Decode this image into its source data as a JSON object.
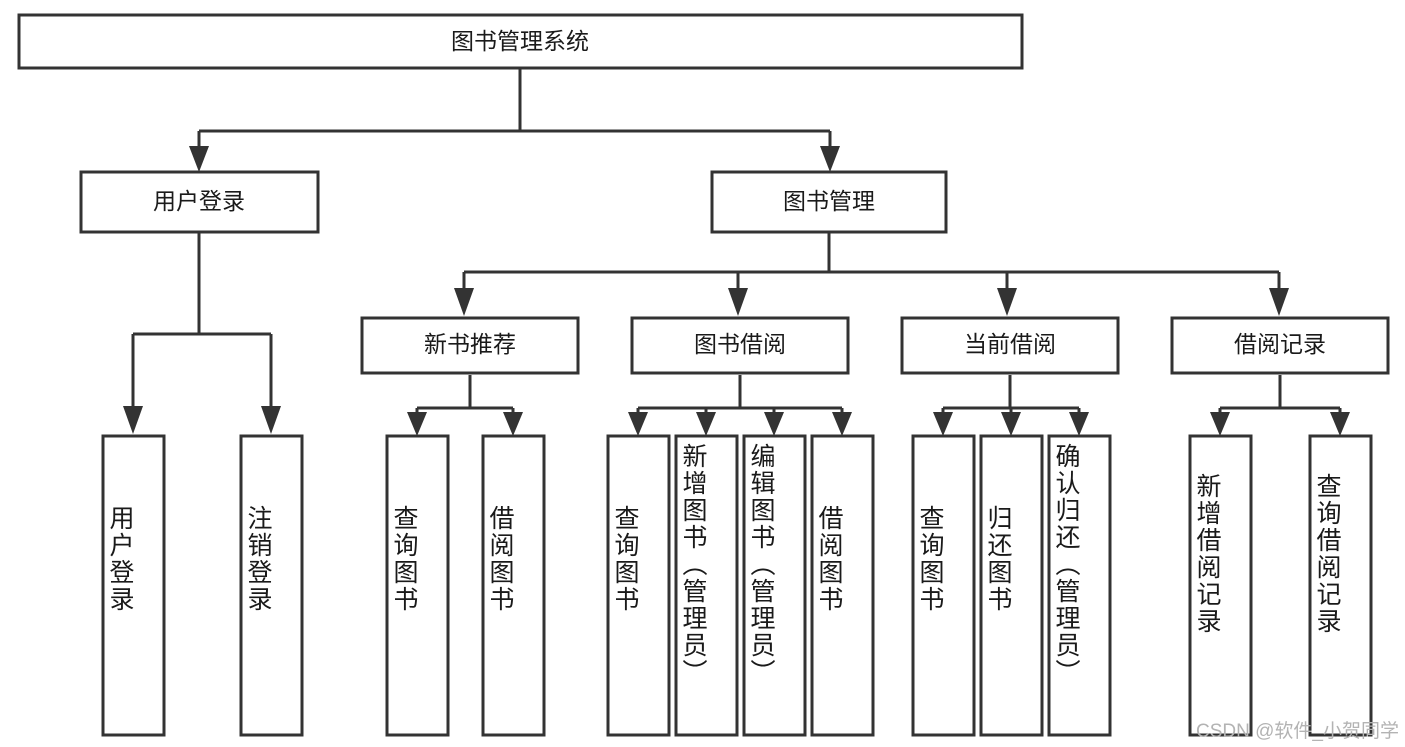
{
  "diagram": {
    "type": "tree-hierarchy",
    "title": "图书管理系统",
    "root": {
      "id": "root",
      "label": "图书管理系统",
      "level": 0
    },
    "level1": [
      {
        "id": "user-login",
        "label": "用户登录"
      },
      {
        "id": "book-management",
        "label": "图书管理"
      }
    ],
    "level2": [
      {
        "id": "new-book-recommend",
        "label": "新书推荐",
        "parent": "book-management"
      },
      {
        "id": "book-borrow",
        "label": "图书借阅",
        "parent": "book-management"
      },
      {
        "id": "current-borrow",
        "label": "当前借阅",
        "parent": "book-management"
      },
      {
        "id": "borrow-record",
        "label": "借阅记录",
        "parent": "book-management"
      }
    ],
    "leaves": [
      {
        "id": "leaf-user-login",
        "label": "用户登录",
        "parent": "user-login"
      },
      {
        "id": "leaf-logout-login",
        "label": "注销登录",
        "parent": "user-login"
      },
      {
        "id": "leaf-query-book-1",
        "label": "查询图书",
        "parent": "new-book-recommend"
      },
      {
        "id": "leaf-borrow-book-1",
        "label": "借阅图书",
        "parent": "new-book-recommend"
      },
      {
        "id": "leaf-query-book-2",
        "label": "查询图书",
        "parent": "book-borrow"
      },
      {
        "id": "leaf-add-book",
        "label": "新增图书（管理员）",
        "parent": "book-borrow"
      },
      {
        "id": "leaf-edit-book",
        "label": "编辑图书（管理员）",
        "parent": "book-borrow"
      },
      {
        "id": "leaf-borrow-book-2",
        "label": "借阅图书",
        "parent": "book-borrow"
      },
      {
        "id": "leaf-query-book-3",
        "label": "查询图书",
        "parent": "current-borrow"
      },
      {
        "id": "leaf-return-book",
        "label": "归还图书",
        "parent": "current-borrow"
      },
      {
        "id": "leaf-confirm-return",
        "label": "确认归还（管理员）",
        "parent": "current-borrow"
      },
      {
        "id": "leaf-add-record",
        "label": "新增借阅记录",
        "parent": "borrow-record"
      },
      {
        "id": "leaf-query-record",
        "label": "查询借阅记录",
        "parent": "borrow-record"
      }
    ],
    "colors": {
      "box_stroke": "#333333",
      "box_fill": "#ffffff",
      "connector": "#333333",
      "text": "#1a1a1a",
      "watermark": "#b3b3b3",
      "background": "#ffffff"
    }
  },
  "watermark": {
    "text": "CSDN @软件_小贺同学"
  }
}
